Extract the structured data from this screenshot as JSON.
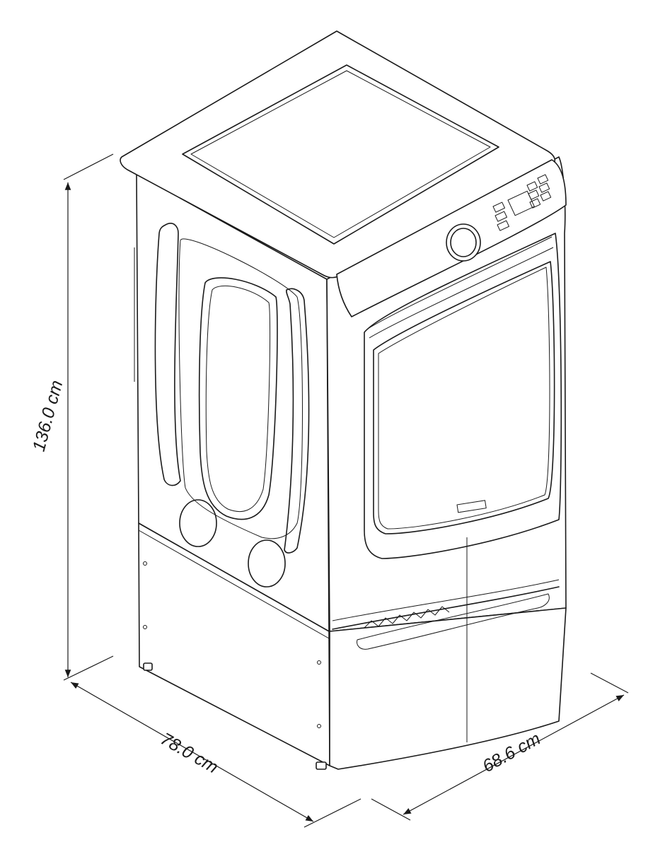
{
  "dimensions": {
    "height": "136.0 cm",
    "depth": "78.0 cm",
    "width": "68.6 cm"
  },
  "colors": {
    "line": "#1a1a1a",
    "background": "#ffffff"
  }
}
